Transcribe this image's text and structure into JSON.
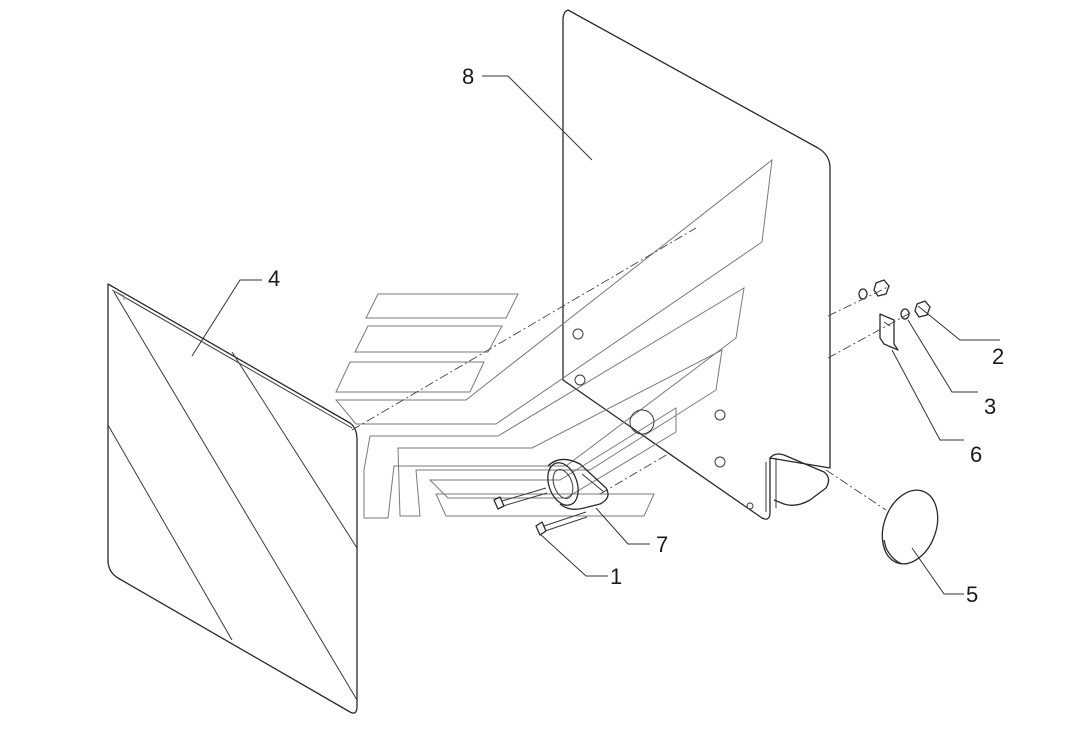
{
  "callouts": {
    "c1": "1",
    "c2": "2",
    "c3": "3",
    "c4": "4",
    "c5": "5",
    "c6": "6",
    "c7": "7",
    "c8": "8"
  },
  "colors": {
    "line": "#2a2a2a",
    "background": "#ffffff"
  }
}
